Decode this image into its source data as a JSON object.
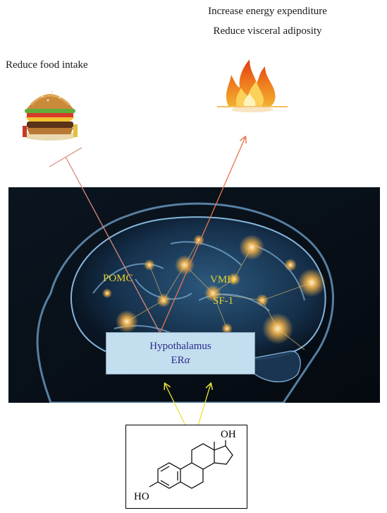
{
  "effects": {
    "energy_line1": "Increase energy expenditure",
    "energy_line2": "Reduce visceral adiposity",
    "food": "Reduce food intake"
  },
  "brain": {
    "pomc": "POMC",
    "vmh": "VMH",
    "sf1": "SF-1"
  },
  "hypothalamus": {
    "title": "Hypothalamus",
    "receptor_prefix": "ER",
    "receptor_symbol": "α"
  },
  "molecule": {
    "oh_top": "OH",
    "ho_bottom": "HO"
  },
  "colors": {
    "inhibit_line": "#d98a7a",
    "activate_arrow": "#e8744a",
    "estrogen_arrow": "#e9e23a",
    "label_yellow": "#e8d22a",
    "box_fill": "#c3deef"
  },
  "icons": {
    "food": "hamburger-icon",
    "energy": "flame-icon",
    "brain": "brain-illustration",
    "compound": "estradiol-structure"
  }
}
